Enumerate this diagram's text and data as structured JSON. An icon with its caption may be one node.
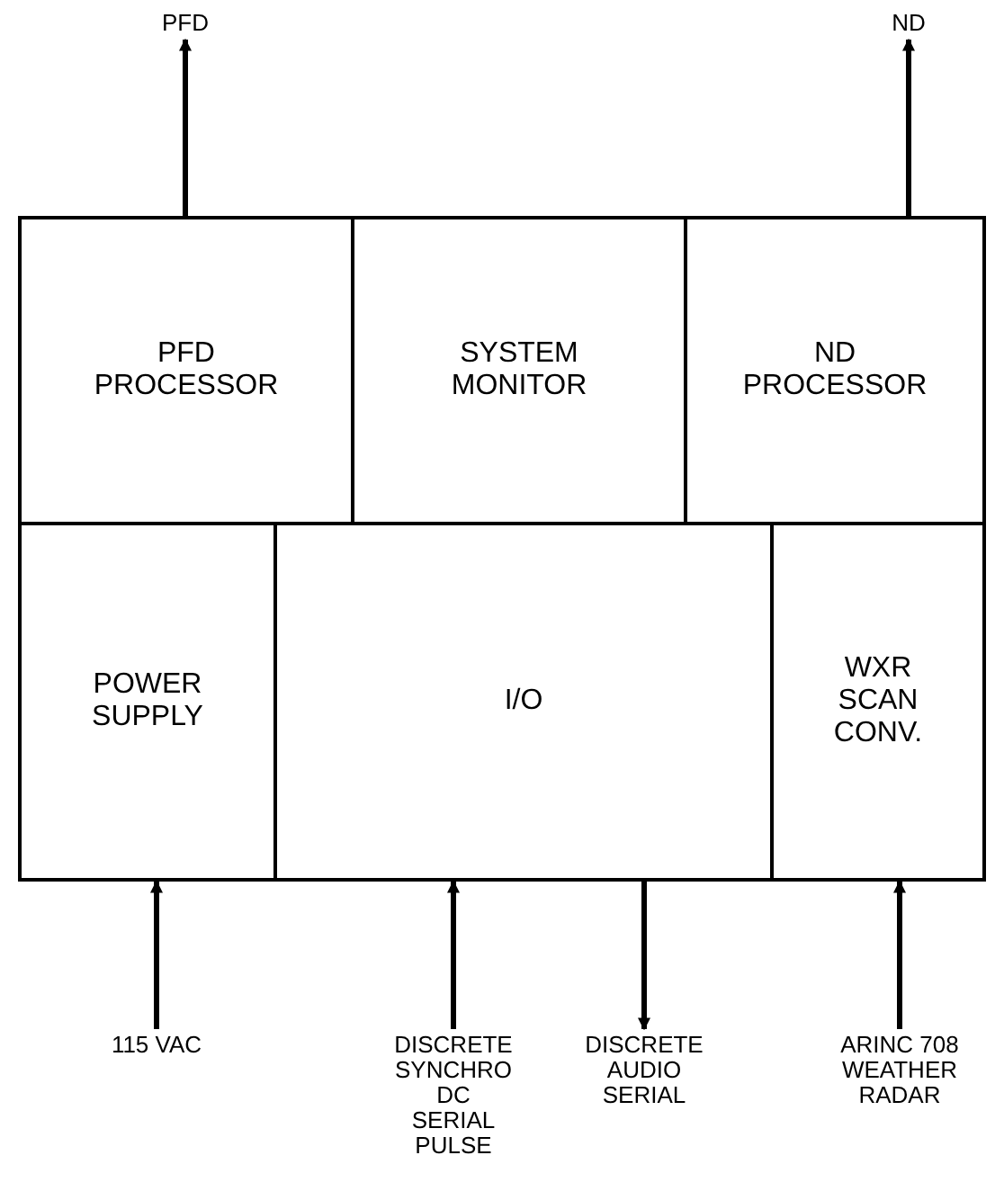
{
  "diagram": {
    "nodes": [
      {
        "text": [
          "PFD"
        ]
      },
      {
        "text": [
          "ND"
        ]
      },
      {
        "text": [
          "PFD PROCESSOR"
        ]
      },
      {
        "text": [
          "SYSTEM MONITOR"
        ]
      },
      {
        "text": [
          "ND PROCESSOR"
        ]
      },
      {
        "text": [
          "POWER SUPPLY"
        ]
      },
      {
        "text": [
          "I/O"
        ]
      },
      {
        "text": [
          "WXR SCAN CONV."
        ]
      },
      {
        "text": [
          "115 VAC"
        ]
      },
      {
        "text": [
          "DISCRETE SYNCHRO DC SERIAL PULSE"
        ]
      },
      {
        "text": [
          "DISCRETE AUDIO SERIAL"
        ]
      },
      {
        "text": [
          "ARINC 708 WEATHER RADAR"
        ]
      }
    ],
    "edges": [
      {
        "from": 2,
        "to": 0,
        "arrow": "to"
      },
      {
        "from": 4,
        "to": 1,
        "arrow": "to"
      },
      {
        "from": 8,
        "to": 5,
        "arrow": "to"
      },
      {
        "from": 9,
        "to": 6,
        "arrow": "to"
      },
      {
        "from": 6,
        "to": 10,
        "arrow": "to"
      },
      {
        "from": 11,
        "to": 7,
        "arrow": "to"
      }
    ]
  }
}
